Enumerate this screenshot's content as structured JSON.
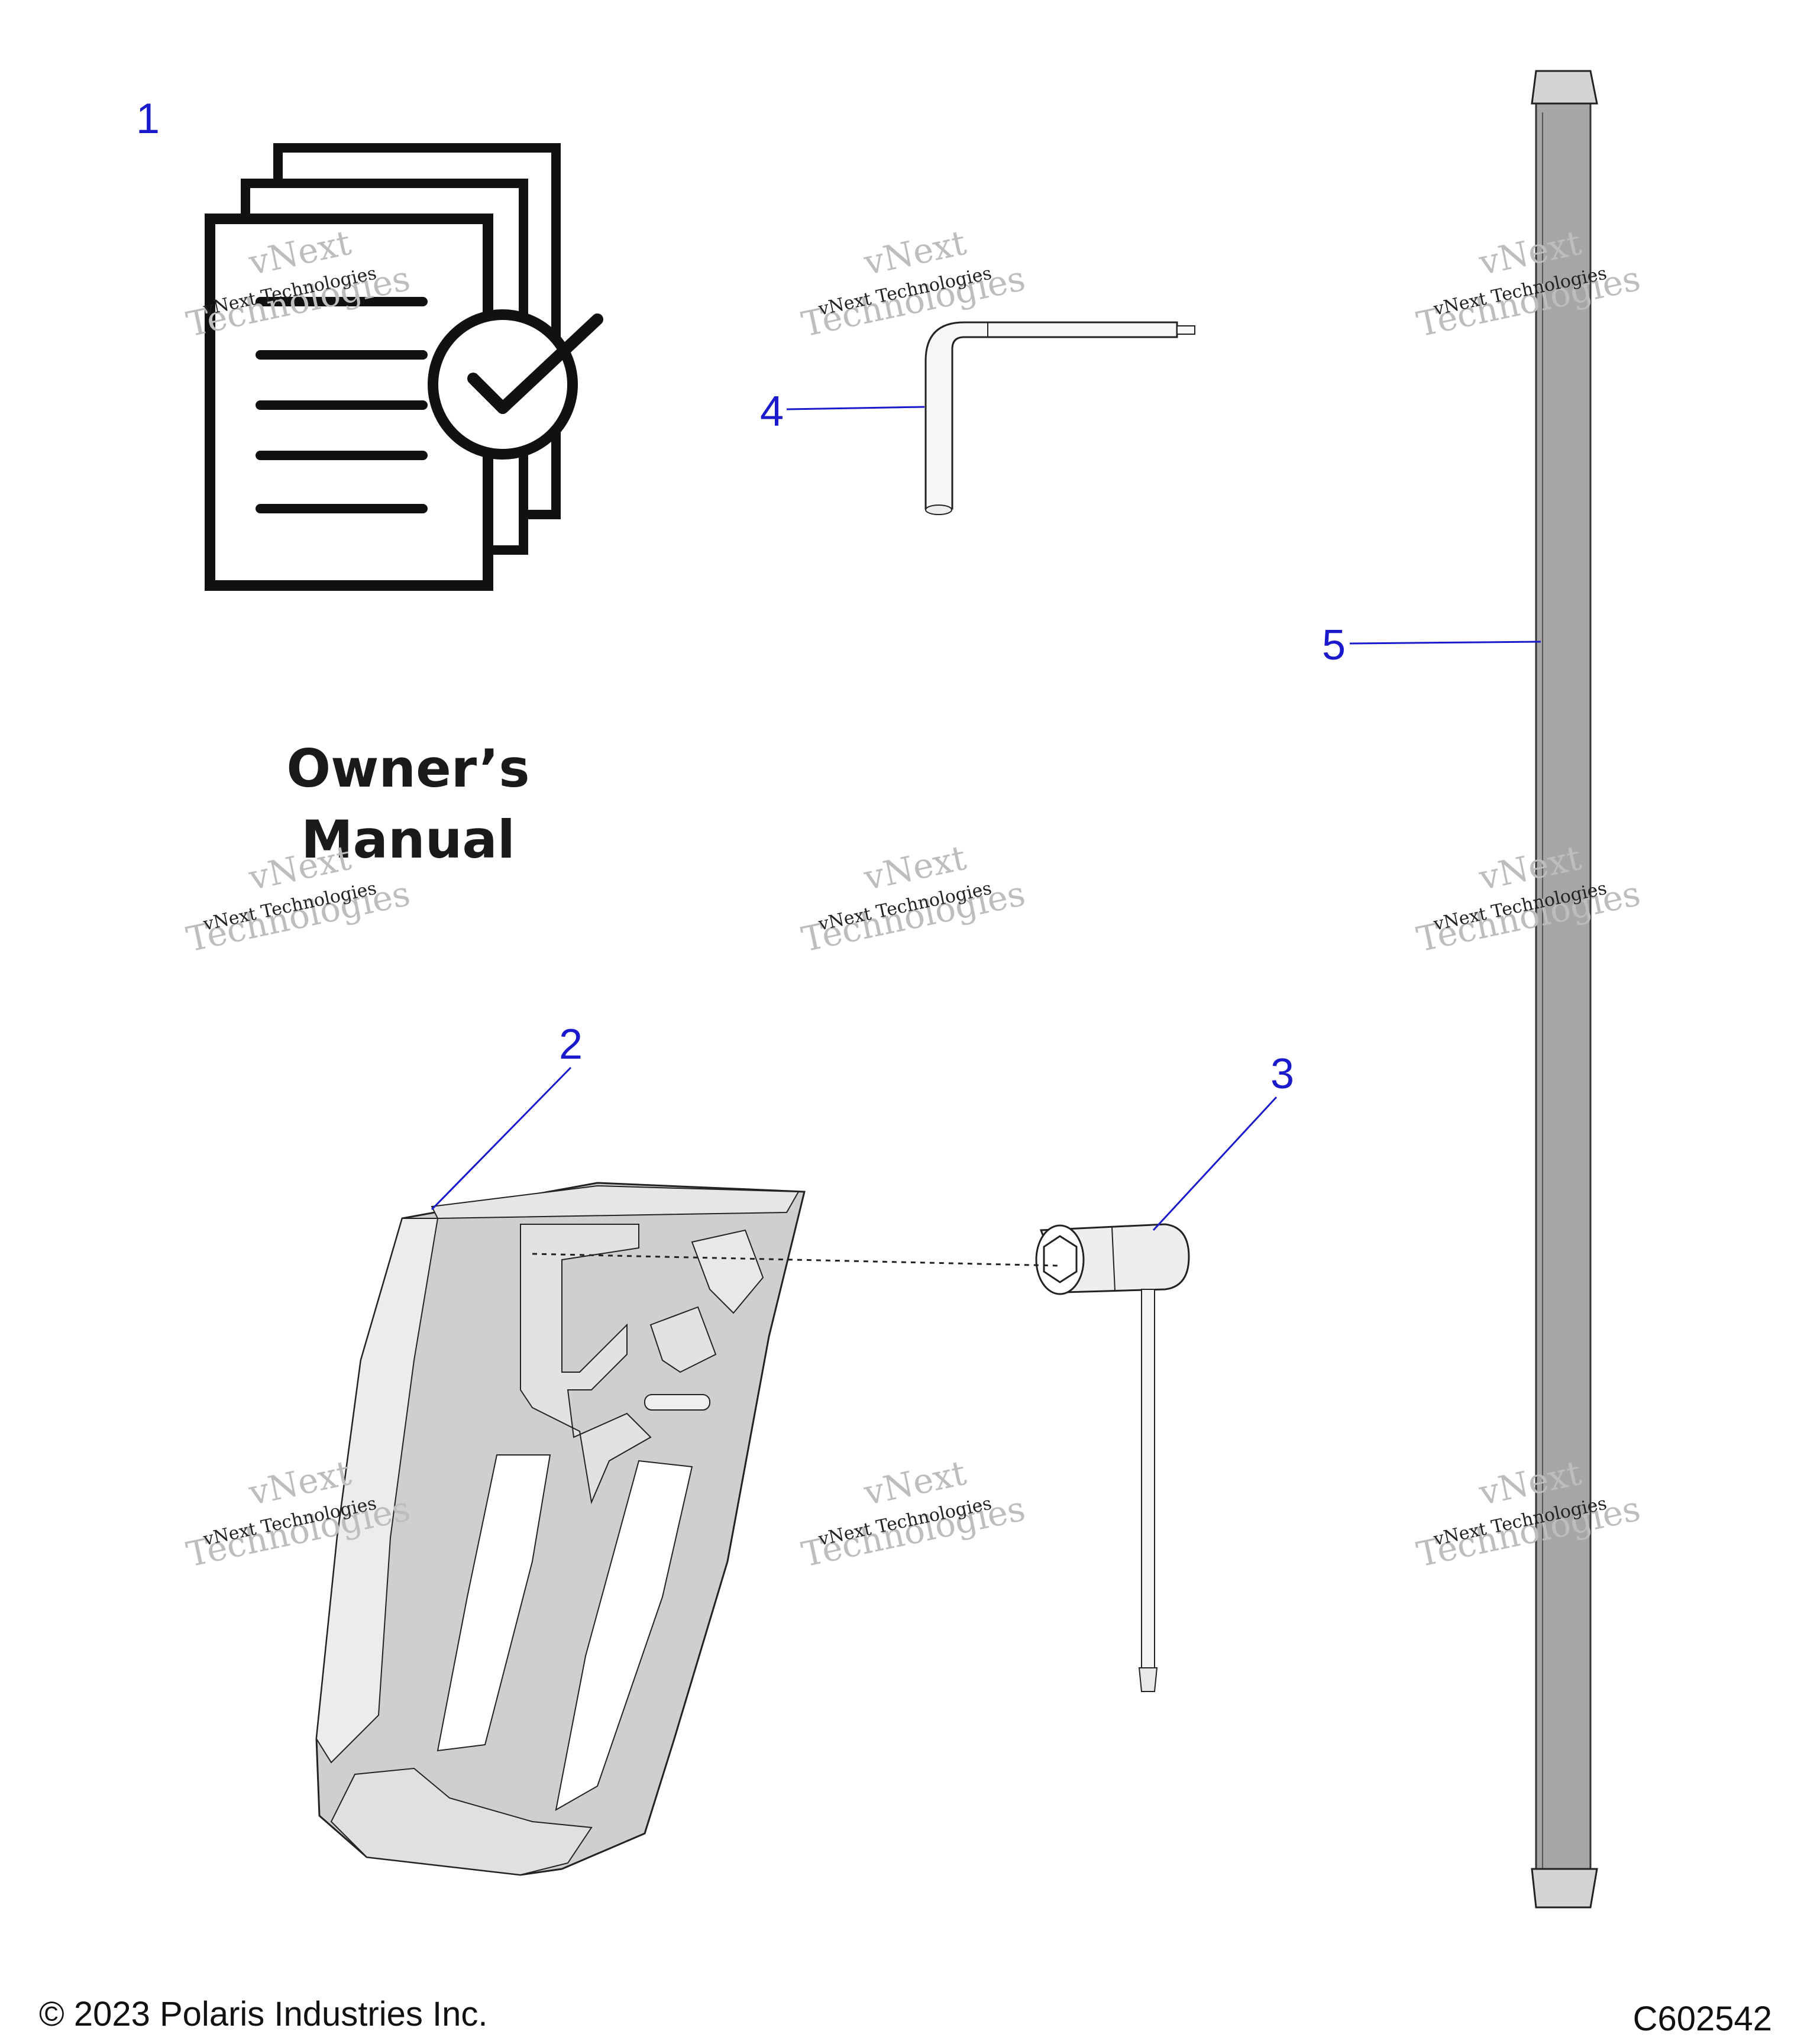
{
  "callouts": {
    "c1": "1",
    "c2": "2",
    "c3": "3",
    "c4": "4",
    "c5": "5"
  },
  "manual": {
    "line1": "Owner’s",
    "line2": "Manual"
  },
  "watermark": {
    "small": "vNext Technologies",
    "big_top": "vNext",
    "big_bottom": "Technologies"
  },
  "footer": {
    "copyright": "© 2023 Polaris Industries Inc.",
    "code": "C602542"
  }
}
